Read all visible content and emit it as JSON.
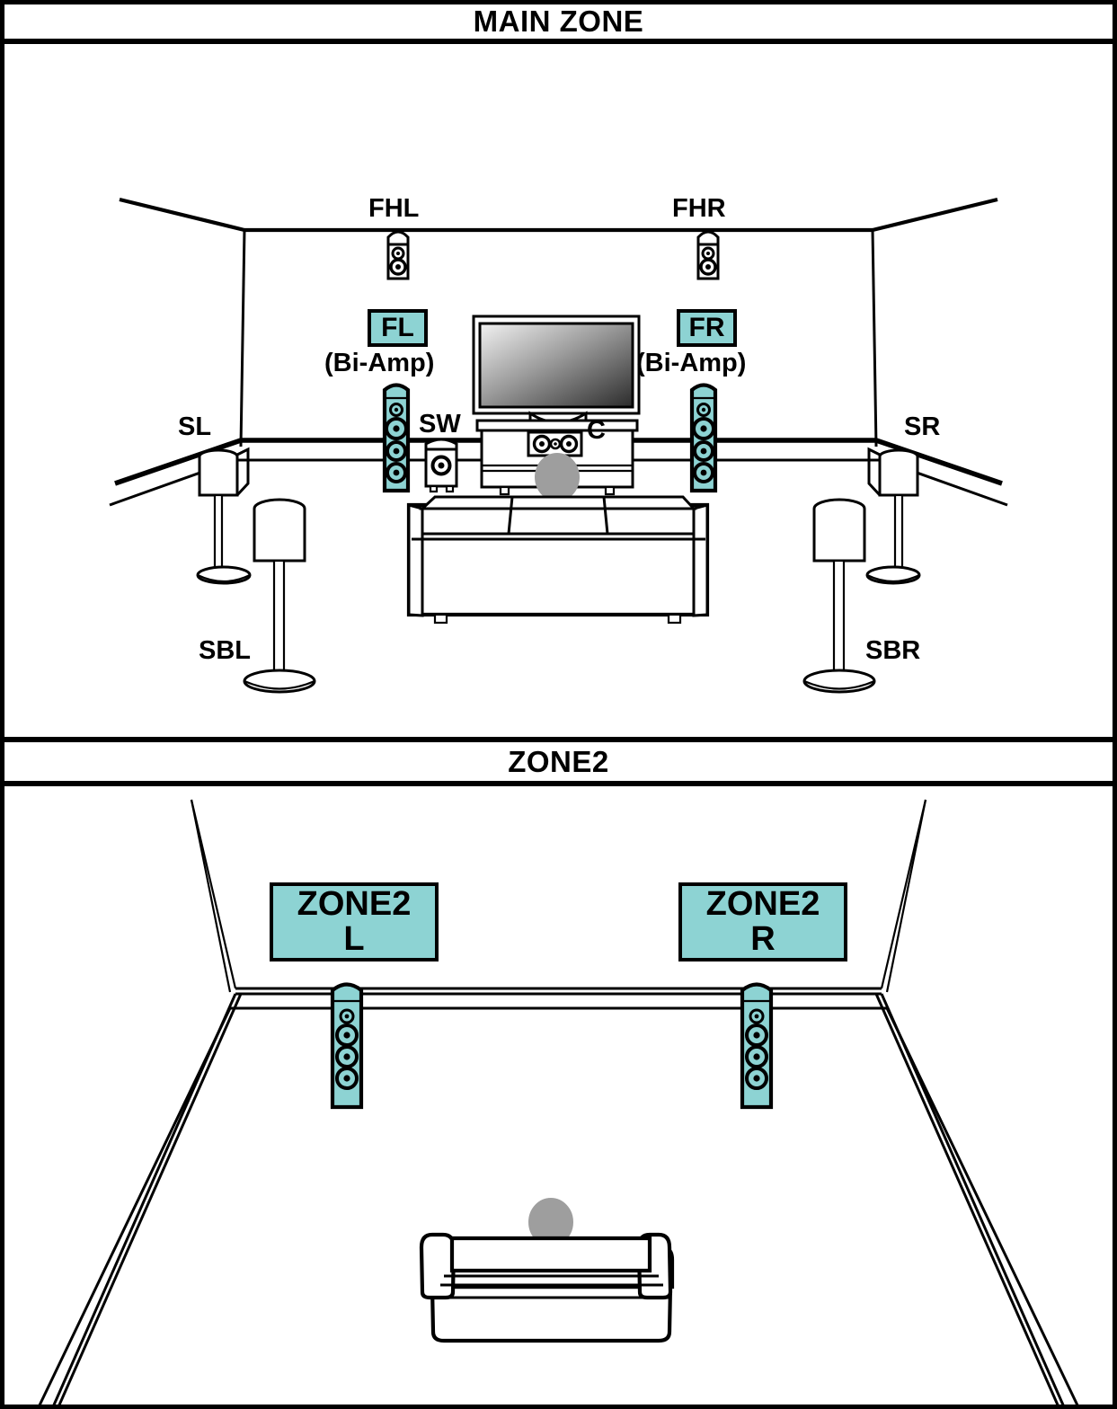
{
  "diagram": {
    "type": "speaker-layout",
    "title_main": "MAIN ZONE",
    "title_zone2": "ZONE2",
    "accent_color": "#8DD3D3",
    "line_color": "#000000",
    "background": "#ffffff"
  },
  "main_zone": {
    "title": "MAIN ZONE",
    "speakers": [
      {
        "id": "FHL",
        "label": "FHL",
        "sublabel": "",
        "highlight": false,
        "kind": "wall-mount",
        "side": "left"
      },
      {
        "id": "FHR",
        "label": "FHR",
        "sublabel": "",
        "highlight": false,
        "kind": "wall-mount",
        "side": "right"
      },
      {
        "id": "FL",
        "label": "FL",
        "sublabel": "(Bi-Amp)",
        "highlight": true,
        "kind": "floorstanding",
        "side": "left"
      },
      {
        "id": "FR",
        "label": "FR",
        "sublabel": "(Bi-Amp)",
        "highlight": true,
        "kind": "floorstanding",
        "side": "right"
      },
      {
        "id": "C",
        "label": "C",
        "sublabel": "",
        "highlight": false,
        "kind": "center",
        "side": "center"
      },
      {
        "id": "SW",
        "label": "SW",
        "sublabel": "",
        "highlight": false,
        "kind": "subwoofer",
        "side": "center"
      },
      {
        "id": "SL",
        "label": "SL",
        "sublabel": "",
        "highlight": false,
        "kind": "stand-mount",
        "side": "left"
      },
      {
        "id": "SR",
        "label": "SR",
        "sublabel": "",
        "highlight": false,
        "kind": "stand-mount",
        "side": "right"
      },
      {
        "id": "SBL",
        "label": "SBL",
        "sublabel": "",
        "highlight": false,
        "kind": "stand-mount",
        "side": "left"
      },
      {
        "id": "SBR",
        "label": "SBR",
        "sublabel": "",
        "highlight": false,
        "kind": "stand-mount",
        "side": "right"
      }
    ],
    "labels": {
      "fhl": "FHL",
      "fhr": "FHR",
      "fl": "FL",
      "fr": "FR",
      "fl_sub": "(Bi-Amp)",
      "fr_sub": "(Bi-Amp)",
      "sw": "SW",
      "c": "C",
      "sl": "SL",
      "sr": "SR",
      "sbl": "SBL",
      "sbr": "SBR"
    },
    "furniture": [
      "television",
      "tv-stand",
      "sofa",
      "listener"
    ]
  },
  "zone2": {
    "title": "ZONE2",
    "speakers": [
      {
        "id": "ZONE2 L",
        "label_line1": "ZONE2",
        "label_line2": "L",
        "highlight": true,
        "kind": "floorstanding",
        "side": "left"
      },
      {
        "id": "ZONE2 R",
        "label_line1": "ZONE2",
        "label_line2": "R",
        "highlight": true,
        "kind": "floorstanding",
        "side": "right"
      }
    ],
    "labels": {
      "left_line1": "ZONE2",
      "left_line2": "L",
      "right_line1": "ZONE2",
      "right_line2": "R"
    },
    "furniture": [
      "sofa",
      "listener"
    ]
  }
}
